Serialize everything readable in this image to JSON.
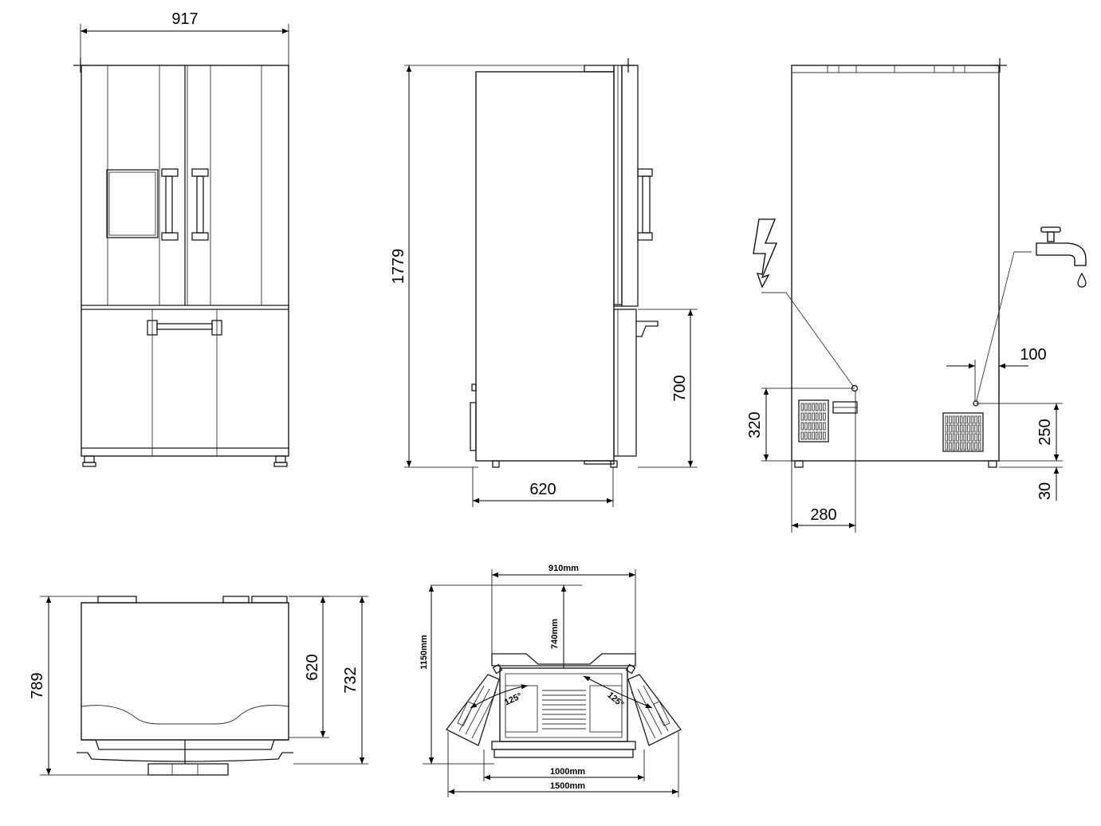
{
  "front_view": {
    "width_label": "917"
  },
  "side_view": {
    "height_label": "1779",
    "lower_door_label": "700",
    "depth_label": "620"
  },
  "rear_view": {
    "electric_height_label": "320",
    "electric_offset_label": "280",
    "water_offset_label": "100",
    "water_height_label": "250",
    "foot_height_label": "30"
  },
  "top_view": {
    "depth_total_label": "789",
    "depth_body_label": "620",
    "depth_doors_label": "732"
  },
  "door_swing_view": {
    "width_label": "910mm",
    "depth_label": "740mm",
    "total_depth_label": "1150mm",
    "open_width_label": "1000mm",
    "full_width_label": "1500mm",
    "left_angle_label": "125°",
    "right_angle_label": "125°"
  },
  "icons": {
    "electric": "lightning-bolt-icon",
    "water": "water-tap-icon"
  }
}
